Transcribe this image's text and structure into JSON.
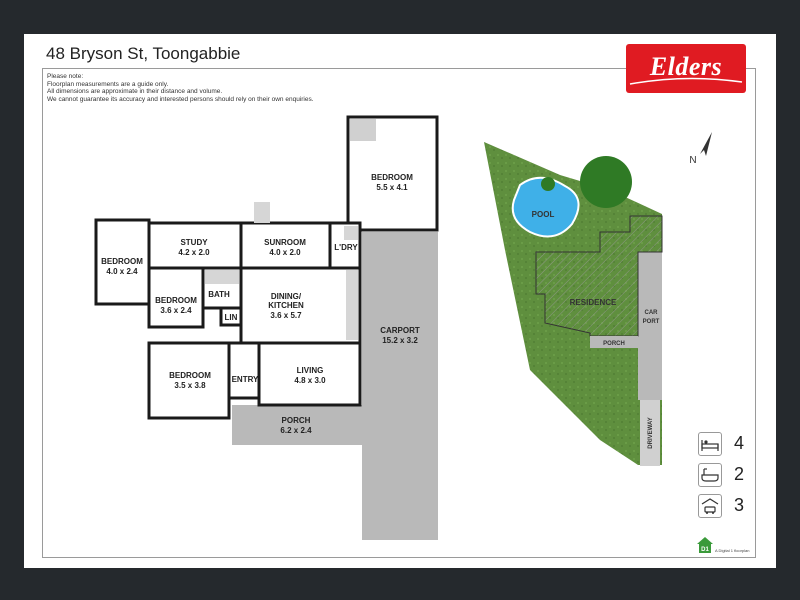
{
  "header": {
    "title": "48 Bryson St, Toongabbie",
    "logo_text": "Elders"
  },
  "notes": [
    "Please note:",
    "Floorplan measurements are a guide only.",
    "All dimensions are approximate in their distance and volume.",
    "We cannot guarantee its accuracy and interested persons should rely on their own enquiries."
  ],
  "rooms": {
    "bedroom_top": {
      "name": "BEDROOM",
      "dims": "5.5 x 4.1"
    },
    "study": {
      "name": "STUDY",
      "dims": "4.2 x 2.0"
    },
    "sunroom": {
      "name": "SUNROOM",
      "dims": "4.0 x 2.0"
    },
    "laundry": {
      "name": "L'DRY"
    },
    "bedroom_far_left": {
      "name": "BEDROOM",
      "dims": "4.0 x 2.4"
    },
    "bedroom_mid": {
      "name": "BEDROOM",
      "dims": "3.6 x 2.4"
    },
    "bath": {
      "name": "BATH"
    },
    "lin": {
      "name": "LIN"
    },
    "dining": {
      "name": "DINING/",
      "name2": "KITCHEN",
      "dims": "3.6 x 5.7"
    },
    "carport": {
      "name": "CARPORT",
      "dims": "15.2 x 3.2"
    },
    "bedroom_bottom": {
      "name": "BEDROOM",
      "dims": "3.5 x 3.8"
    },
    "entry": {
      "name": "ENTRY"
    },
    "living": {
      "name": "LIVING",
      "dims": "4.8 x 3.0"
    },
    "porch": {
      "name": "PORCH",
      "dims": "6.2 x 2.4"
    }
  },
  "site": {
    "pool": "POOL",
    "residence": "RESIDENCE",
    "car_port_1": "CAR",
    "car_port_2": "PORT",
    "porch": "PORCH",
    "driveway": "DRIVEWAY",
    "north": "N"
  },
  "stats": {
    "bedrooms": "4",
    "bathrooms": "2",
    "parking": "3"
  },
  "footer": {
    "badge": "D1",
    "brand_text": "A Digital 1 floorplan"
  },
  "colors": {
    "background": "#25292d",
    "wall": "#1a1a1a",
    "floor_grey": "#b9b9b9",
    "lawn": "#5f8f3e",
    "pool": "#3fb0e8",
    "logo_red": "#e01b22"
  }
}
